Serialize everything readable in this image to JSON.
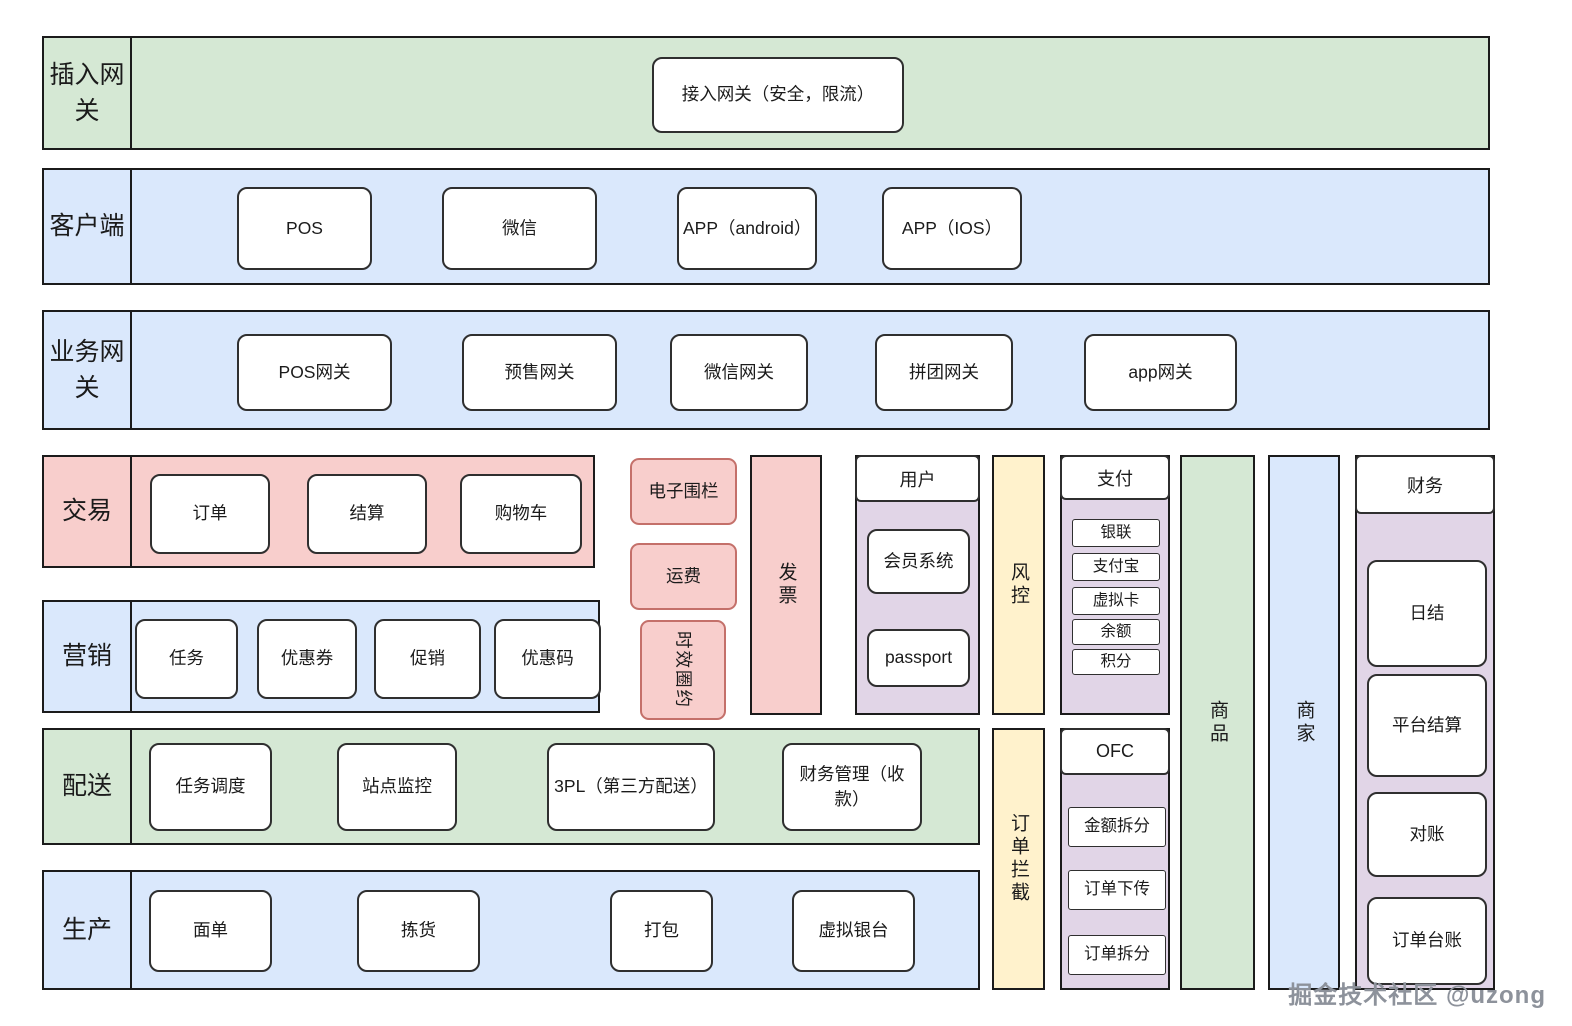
{
  "palette": {
    "green_fill": "#d5e8d4",
    "green_border": "#7fae66",
    "blue_fill": "#dae8fc",
    "blue_border": "#6c8ebf",
    "red_fill": "#f8cecc",
    "red_border": "#c4706a",
    "yellow_fill": "#fff2cc",
    "yellow_border": "#d6b656",
    "purple_fill": "#e1d5e7",
    "purple_border": "#9673a6"
  },
  "bands": {
    "gateway": {
      "label": "插入网关",
      "items": [
        "接入网关（安全，限流）"
      ]
    },
    "client": {
      "label": "客户端",
      "items": [
        "POS",
        "微信",
        "APP（android）",
        "APP（IOS）"
      ]
    },
    "biz": {
      "label": "业务网关",
      "items": [
        "POS网关",
        "预售网关",
        "微信网关",
        "拼团网关",
        "app网关"
      ]
    },
    "trade": {
      "label": "交易",
      "items": [
        "订单",
        "结算",
        "购物车"
      ]
    },
    "marketing": {
      "label": "营销",
      "items": [
        "任务",
        "优惠券",
        "促销",
        "优惠码"
      ]
    },
    "delivery": {
      "label": "配送",
      "items": [
        "任务调度",
        "站点监控",
        "3PL（第三方配送）",
        "财务管理（收款）"
      ]
    },
    "production": {
      "label": "生产",
      "items": [
        "面单",
        "拣货",
        "打包",
        "虚拟银台"
      ]
    }
  },
  "middle": {
    "fence": "电子围栏",
    "freight": "运费",
    "sla": "时效圈约",
    "invoice": "发票"
  },
  "cols": {
    "user": {
      "header": "用户",
      "items": [
        "会员系统",
        "passport"
      ]
    },
    "risk": "风控",
    "payment": {
      "header": "支付",
      "items": [
        "银联",
        "支付宝",
        "虚拟卡",
        "余额",
        "积分"
      ]
    },
    "product": "商品",
    "merchant": "商家",
    "finance": {
      "header": "财务",
      "items": [
        "日结",
        "平台结算",
        "对账",
        "订单台账"
      ]
    },
    "intercept": "订单拦截",
    "ofc": {
      "header": "OFC",
      "items": [
        "金额拆分",
        "订单下传",
        "订单拆分"
      ]
    }
  },
  "watermark": "掘金技术社区 @uzong"
}
